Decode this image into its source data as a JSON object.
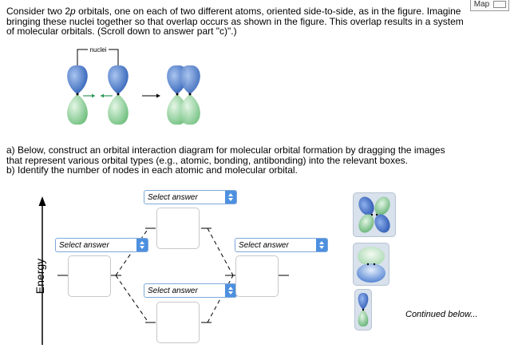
{
  "header": {
    "map_button": "Map"
  },
  "intro": {
    "line1_pre": "Consider two 2",
    "line1_italic": "p",
    "line1_post": " orbitals, one on each of two different atoms, oriented side-to-side, as in the figure. Imagine",
    "line2": "bringing these nuclei together so that overlap occurs as shown in the figure. This overlap results in a system",
    "line3": "of molecular orbitals. (Scroll down to answer part \"c)\".)"
  },
  "figure": {
    "nuclei_label": "nuclei"
  },
  "instructions": {
    "line1": "a) Below, construct an orbital interaction diagram for molecular orbital formation by dragging the images",
    "line2": "that represent various orbital types (e.g., atomic, bonding, antibonding) into the relevant boxes.",
    "line3": "b) Identify the number of nodes in each atomic and molecular orbital."
  },
  "diagram": {
    "energy_label": "Energy",
    "selects": {
      "top": "Select answer",
      "left": "Select answer",
      "right": "Select answer",
      "bottom": "Select answer"
    }
  },
  "palette": {
    "tiles": [
      "antibonding-pi-orbital-icon",
      "bonding-pi-orbital-icon",
      "atomic-p-orbital-icon"
    ]
  },
  "footer": {
    "continued": "Continued below..."
  },
  "colors": {
    "blue_lobe": "#3f6fc8",
    "green_lobe": "#7ecb8a",
    "select_accent": "#4d90e0",
    "arrow_green": "#2e9a58"
  }
}
